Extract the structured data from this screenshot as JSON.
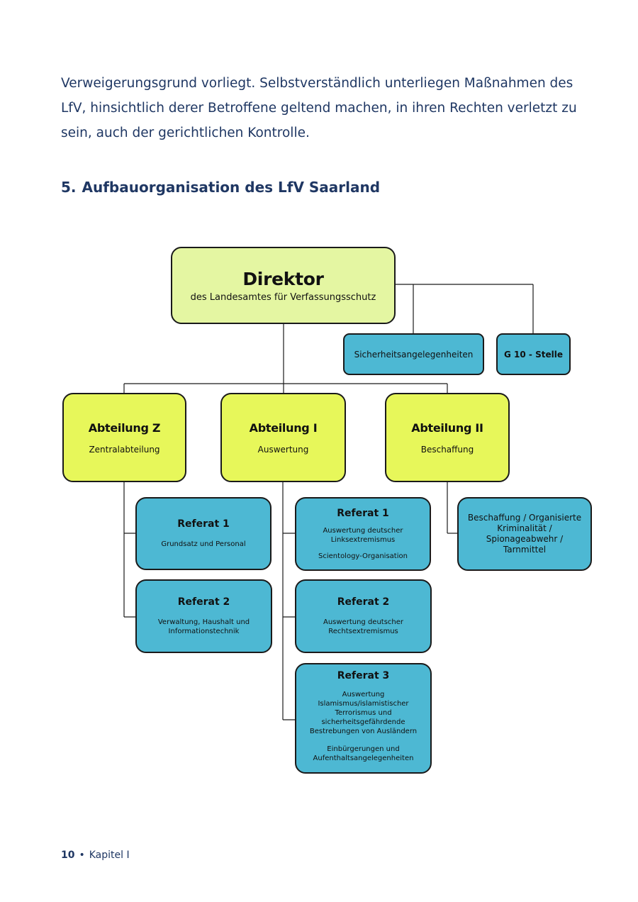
{
  "paragraph": {
    "lines": [
      "Verweigerungsgrund vorliegt. Selbstverständlich unterliegen Maßnahmen des",
      "LfV, hinsichtlich derer Betroffene geltend machen, in ihren Rechten verletzt zu",
      "sein, auch der gerichtlichen Kontrolle."
    ]
  },
  "heading": {
    "number": "5.",
    "title": "Aufbauorganisation des LfV Saarland"
  },
  "chart": {
    "director": {
      "title": "Direktor",
      "subtitle": "des Landesamtes für Verfassungsschutz"
    },
    "staff": [
      "Sicherheitsangelegenheiten",
      "G 10 - Stelle"
    ],
    "departments": [
      {
        "title": "Abteilung Z",
        "subtitle": "Zentralabteilung"
      },
      {
        "title": "Abteilung I",
        "subtitle": "Auswertung"
      },
      {
        "title": "Abteilung II",
        "subtitle": "Beschaffung"
      }
    ],
    "z_referate": [
      {
        "title": "Referat 1",
        "desc": "Grundsatz und Personal"
      },
      {
        "title": "Referat 2",
        "desc_lines": [
          "Verwaltung, Haushalt und",
          "Informationstechnik"
        ]
      }
    ],
    "i_referate": [
      {
        "title": "Referat 1",
        "desc_lines": [
          "Auswertung deutscher",
          "Linksextremismus"
        ],
        "desc2": "Scientology-Organisation"
      },
      {
        "title": "Referat 2",
        "desc_lines": [
          "Auswertung deutscher",
          "Rechtsextremismus"
        ]
      },
      {
        "title": "Referat 3",
        "desc_lines": [
          "Auswertung",
          "Islamismus/islamistischer",
          "Terrorismus und",
          "sicherheitsgefährdende",
          "Bestrebungen von Ausländern"
        ],
        "desc2_lines": [
          "Einbürgerungen und",
          "Aufenthaltsangelegenheiten"
        ]
      }
    ],
    "ii_unit": {
      "lines": [
        "Beschaffung / Organisierte",
        "Kriminalität /",
        "Spionageabwehr /",
        "Tarnmittel"
      ]
    }
  },
  "footer": {
    "page": "10",
    "separator": "•",
    "chapter": "Kapitel I"
  },
  "colors": {
    "text": "#1f3763",
    "director_fill": "#e4f6a2",
    "department_fill": "#e7f75a",
    "unit_fill": "#4db8d3",
    "border": "#1a1a1a"
  }
}
